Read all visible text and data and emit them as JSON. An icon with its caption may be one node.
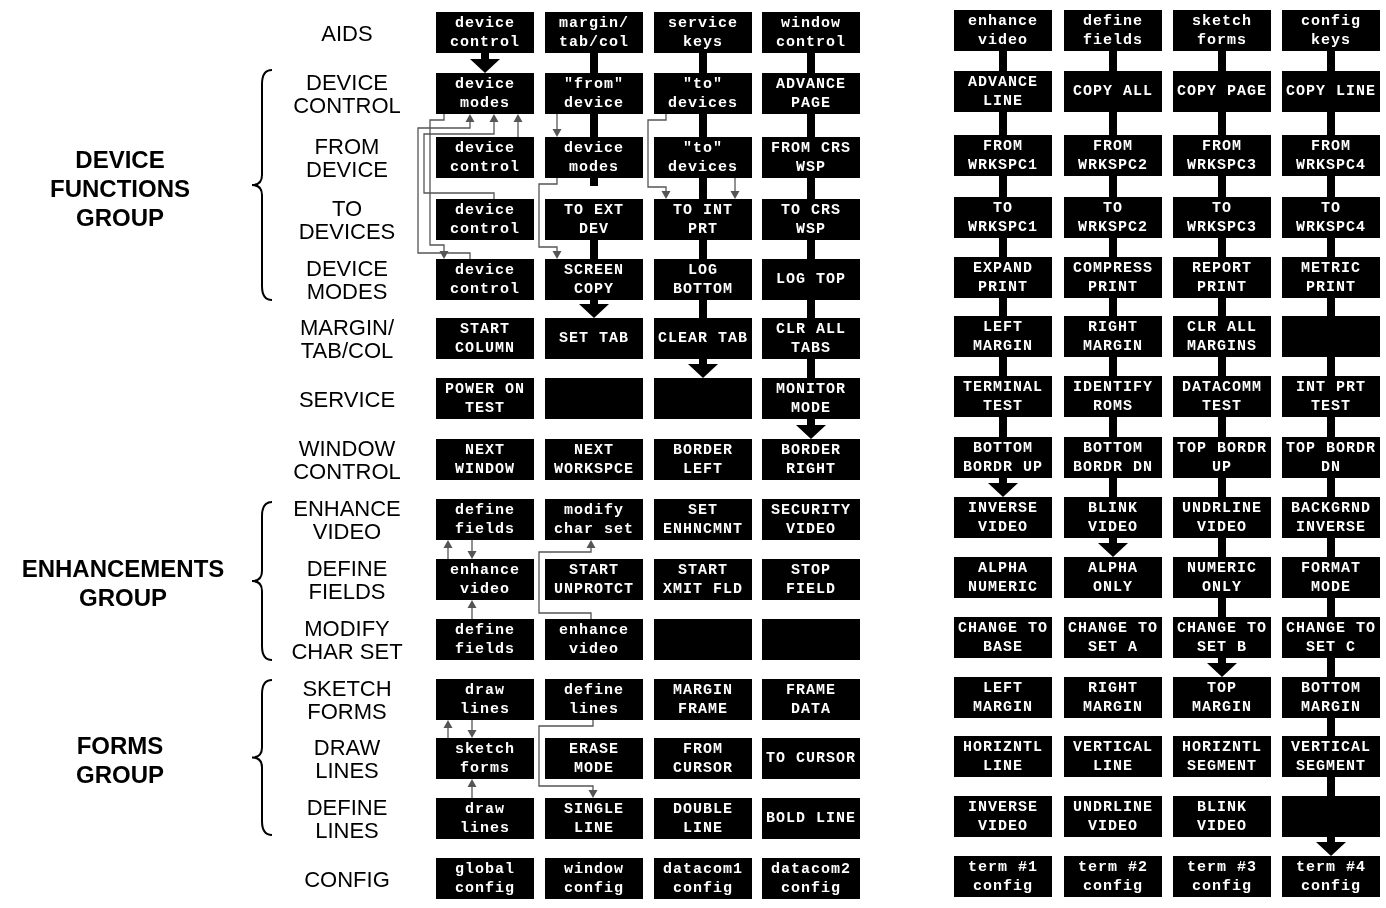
{
  "diagram": {
    "nodes": [
      {
        "text": [
          "device control"
        ]
      },
      {
        "text": [
          "margin/ tab/col"
        ]
      },
      {
        "text": [
          "service keys"
        ]
      },
      {
        "text": [
          "window control"
        ]
      },
      {
        "text": [
          "enhance video"
        ]
      },
      {
        "text": [
          "define fields"
        ]
      },
      {
        "text": [
          "sketch forms"
        ]
      },
      {
        "text": [
          "config keys"
        ]
      },
      {
        "text": [
          "device modes"
        ]
      },
      {
        "text": [
          "\"from\" device"
        ]
      },
      {
        "text": [
          "\"to\" devices"
        ]
      },
      {
        "text": [
          "ADVANCE PAGE"
        ]
      },
      {
        "text": [
          "ADVANCE LINE"
        ]
      },
      {
        "text": [
          "COPY ALL"
        ]
      },
      {
        "text": [
          "COPY PAGE"
        ]
      },
      {
        "text": [
          "COPY LINE"
        ]
      },
      {
        "text": [
          "device control"
        ]
      },
      {
        "text": [
          "device modes"
        ]
      },
      {
        "text": [
          "\"to\" devices"
        ]
      },
      {
        "text": [
          "FROM CRS WSP"
        ]
      },
      {
        "text": [
          "FROM WRKSPC1"
        ]
      },
      {
        "text": [
          "FROM WRKSPC2"
        ]
      },
      {
        "text": [
          "FROM WRKSPC3"
        ]
      },
      {
        "text": [
          "FROM WRKSPC4"
        ]
      },
      {
        "text": [
          "device control"
        ]
      },
      {
        "text": [
          "TO EXT DEV"
        ]
      },
      {
        "text": [
          "TO INT PRT"
        ]
      },
      {
        "text": [
          "TO CRS WSP"
        ]
      },
      {
        "text": [
          "TO WRKSPC1"
        ]
      },
      {
        "text": [
          "TO WRKSPC2"
        ]
      },
      {
        "text": [
          "TO WRKSPC3"
        ]
      },
      {
        "text": [
          "TO WRKSPC4"
        ]
      },
      {
        "text": [
          "device control"
        ]
      },
      {
        "text": [
          "SCREEN COPY"
        ]
      },
      {
        "text": [
          "LOG BOTTOM"
        ]
      },
      {
        "text": [
          "LOG TOP"
        ]
      },
      {
        "text": [
          "EXPAND PRINT"
        ]
      },
      {
        "text": [
          "COMPRESS PRINT"
        ]
      },
      {
        "text": [
          "REPORT PRINT"
        ]
      },
      {
        "text": [
          "METRIC PRINT"
        ]
      },
      {
        "text": [
          "START COLUMN"
        ]
      },
      {
        "text": [
          "SET TAB"
        ]
      },
      {
        "text": [
          "CLEAR TAB"
        ]
      },
      {
        "text": [
          "CLR ALL TABS"
        ]
      },
      {
        "text": [
          "LEFT MARGIN"
        ]
      },
      {
        "text": [
          "RIGHT MARGIN"
        ]
      },
      {
        "text": [
          "CLR ALL MARGINS"
        ]
      },
      {
        "text": [],
        "shape": "box"
      },
      {
        "text": [
          "POWER ON TEST"
        ]
      },
      {
        "text": [],
        "shape": "box"
      },
      {
        "text": [],
        "shape": "box"
      },
      {
        "text": [
          "MONITOR MODE"
        ]
      },
      {
        "text": [
          "TERMINAL TEST"
        ]
      },
      {
        "text": [
          "IDENTIFY ROMS"
        ]
      },
      {
        "text": [
          "DATACOMM TEST"
        ]
      },
      {
        "text": [
          "INT PRT TEST"
        ]
      },
      {
        "text": [
          "NEXT WINDOW"
        ]
      },
      {
        "text": [
          "NEXT WORKSPCE"
        ]
      },
      {
        "text": [
          "BORDER LEFT"
        ]
      },
      {
        "text": [
          "BORDER RIGHT"
        ]
      },
      {
        "text": [
          "BOTTOM BORDR UP"
        ]
      },
      {
        "text": [
          "BOTTOM BORDR DN"
        ]
      },
      {
        "text": [
          "TOP BORDR UP"
        ]
      },
      {
        "text": [
          "TOP BORDR DN"
        ]
      },
      {
        "text": [
          "define fields"
        ]
      },
      {
        "text": [
          "modify char set"
        ]
      },
      {
        "text": [
          "SET ENHNCMNT"
        ]
      },
      {
        "text": [
          "SECURITY VIDEO"
        ]
      },
      {
        "text": [
          "INVERSE VIDEO"
        ]
      },
      {
        "text": [
          "BLINK VIDEO"
        ]
      },
      {
        "text": [
          "UNDRLINE VIDEO"
        ]
      },
      {
        "text": [
          "BACKGRND INVERSE"
        ]
      },
      {
        "text": [
          "enhance video"
        ]
      },
      {
        "text": [
          "START UNPROTCT"
        ]
      },
      {
        "text": [
          "START XMIT FLD"
        ]
      },
      {
        "text": [
          "STOP FIELD"
        ]
      },
      {
        "text": [
          "ALPHA NUMERIC"
        ]
      },
      {
        "text": [
          "ALPHA ONLY"
        ]
      },
      {
        "text": [
          "NUMERIC ONLY"
        ]
      },
      {
        "text": [
          "FORMAT MODE"
        ]
      },
      {
        "text": [
          "define fields"
        ]
      },
      {
        "text": [
          "enhance video"
        ]
      },
      {
        "text": [],
        "shape": "box"
      },
      {
        "text": [],
        "shape": "box"
      },
      {
        "text": [
          "CHANGE TO BASE"
        ]
      },
      {
        "text": [
          "CHANGE TO SET A"
        ]
      },
      {
        "text": [
          "CHANGE TO SET B"
        ]
      },
      {
        "text": [
          "CHANGE TO SET C"
        ]
      },
      {
        "text": [
          "draw lines"
        ]
      },
      {
        "text": [
          "define lines"
        ]
      },
      {
        "text": [
          "MARGIN FRAME"
        ]
      },
      {
        "text": [
          "FRAME DATA"
        ]
      },
      {
        "text": [
          "LEFT MARGIN"
        ]
      },
      {
        "text": [
          "RIGHT MARGIN"
        ]
      },
      {
        "text": [
          "TOP MARGIN"
        ]
      },
      {
        "text": [
          "BOTTOM MARGIN"
        ]
      },
      {
        "text": [
          "sketch forms"
        ]
      },
      {
        "text": [
          "ERASE MODE"
        ]
      },
      {
        "text": [
          "FROM CURSOR"
        ]
      },
      {
        "text": [
          "TO CURSOR"
        ]
      },
      {
        "text": [
          "HORIZNTL LINE"
        ]
      },
      {
        "text": [
          "VERTICAL LINE"
        ]
      },
      {
        "text": [
          "HORIZNTL SEGMENT"
        ]
      },
      {
        "text": [
          "VERTICAL SEGMENT"
        ]
      },
      {
        "text": [
          "draw lines"
        ]
      },
      {
        "text": [
          "SINGLE LINE"
        ]
      },
      {
        "text": [
          "DOUBLE LINE"
        ]
      },
      {
        "text": [
          "BOLD LINE"
        ]
      },
      {
        "text": [
          "INVERSE VIDEO"
        ]
      },
      {
        "text": [
          "UNDRLINE VIDEO"
        ]
      },
      {
        "text": [
          "BLINK VIDEO"
        ]
      },
      {
        "text": [],
        "shape": "box"
      },
      {
        "text": [
          "global config"
        ]
      },
      {
        "text": [
          "window config"
        ]
      },
      {
        "text": [
          "datacom1 config"
        ]
      },
      {
        "text": [
          "datacom2 config"
        ]
      },
      {
        "text": [
          "term #1 config"
        ]
      },
      {
        "text": [
          "term #2 config"
        ]
      },
      {
        "text": [
          "term #3 config"
        ]
      },
      {
        "text": [
          "term #4 config"
        ]
      }
    ],
    "edges": [
      {
        "from": 0,
        "to": 8,
        "arrow": "to"
      },
      {
        "from": 1,
        "to": 9,
        "arrow": "none"
      },
      {
        "from": 9,
        "to": 17,
        "arrow": "none"
      },
      {
        "from": 17,
        "to": null,
        "arrow": "none"
      },
      {
        "from": 25,
        "to": 33,
        "arrow": "none"
      },
      {
        "from": 33,
        "to": 41,
        "arrow": "to"
      },
      {
        "from": 2,
        "to": 10,
        "arrow": "none"
      },
      {
        "from": 10,
        "to": 18,
        "arrow": "none"
      },
      {
        "from": 18,
        "to": 26,
        "arrow": "none"
      },
      {
        "from": 26,
        "to": 34,
        "arrow": "none"
      },
      {
        "from": 34,
        "to": 42,
        "arrow": "none"
      },
      {
        "from": 42,
        "to": 50,
        "arrow": "to"
      },
      {
        "from": 3,
        "to": 11,
        "arrow": "none"
      },
      {
        "from": 11,
        "to": 19,
        "arrow": "none"
      },
      {
        "from": 19,
        "to": 27,
        "arrow": "none"
      },
      {
        "from": 27,
        "to": 35,
        "arrow": "none"
      },
      {
        "from": 35,
        "to": 43,
        "arrow": "none"
      },
      {
        "from": 43,
        "to": 51,
        "arrow": "none"
      },
      {
        "from": 51,
        "to": 59,
        "arrow": "to"
      },
      {
        "from": 4,
        "to": 12,
        "arrow": "none"
      },
      {
        "from": 12,
        "to": 20,
        "arrow": "none"
      },
      {
        "from": 20,
        "to": 28,
        "arrow": "none"
      },
      {
        "from": 28,
        "to": 36,
        "arrow": "none"
      },
      {
        "from": 36,
        "to": 44,
        "arrow": "none"
      },
      {
        "from": 44,
        "to": 52,
        "arrow": "none"
      },
      {
        "from": 52,
        "to": 60,
        "arrow": "none"
      },
      {
        "from": 60,
        "to": 68,
        "arrow": "to"
      },
      {
        "from": 5,
        "to": 13,
        "arrow": "none"
      },
      {
        "from": 13,
        "to": 21,
        "arrow": "none"
      },
      {
        "from": 21,
        "to": 29,
        "arrow": "none"
      },
      {
        "from": 29,
        "to": 37,
        "arrow": "none"
      },
      {
        "from": 37,
        "to": 45,
        "arrow": "none"
      },
      {
        "from": 45,
        "to": 53,
        "arrow": "none"
      },
      {
        "from": 53,
        "to": 61,
        "arrow": "none"
      },
      {
        "from": 61,
        "to": 69,
        "arrow": "none"
      },
      {
        "from": 69,
        "to": 77,
        "arrow": "to"
      },
      {
        "from": 6,
        "to": 14,
        "arrow": "none"
      },
      {
        "from": 14,
        "to": 22,
        "arrow": "none"
      },
      {
        "from": 22,
        "to": 30,
        "arrow": "none"
      },
      {
        "from": 30,
        "to": 38,
        "arrow": "none"
      },
      {
        "from": 38,
        "to": 46,
        "arrow": "none"
      },
      {
        "from": 46,
        "to": 54,
        "arrow": "none"
      },
      {
        "from": 54,
        "to": 62,
        "arrow": "none"
      },
      {
        "from": 62,
        "to": 70,
        "arrow": "none"
      },
      {
        "from": 70,
        "to": 78,
        "arrow": "none"
      },
      {
        "from": 78,
        "to": 86,
        "arrow": "none"
      },
      {
        "from": 86,
        "to": 94,
        "arrow": "to"
      },
      {
        "from": 7,
        "to": 15,
        "arrow": "none"
      },
      {
        "from": 15,
        "to": 23,
        "arrow": "none"
      },
      {
        "from": 23,
        "to": 31,
        "arrow": "none"
      },
      {
        "from": 31,
        "to": 39,
        "arrow": "none"
      },
      {
        "from": 39,
        "to": 47,
        "arrow": "none"
      },
      {
        "from": 47,
        "to": 55,
        "arrow": "none"
      },
      {
        "from": 55,
        "to": 63,
        "arrow": "none"
      },
      {
        "from": 63,
        "to": 71,
        "arrow": "none"
      },
      {
        "from": 71,
        "to": 79,
        "arrow": "none"
      },
      {
        "from": 79,
        "to": 87,
        "arrow": "none"
      },
      {
        "from": 87,
        "to": 95,
        "arrow": "none"
      },
      {
        "from": 95,
        "to": 103,
        "arrow": "none"
      },
      {
        "from": 103,
        "to": 111,
        "arrow": "none"
      },
      {
        "from": 111,
        "to": 119,
        "arrow": "to"
      },
      {
        "from": 8,
        "to": 32,
        "arrow": "to",
        "color": "#555555"
      },
      {
        "from": 32,
        "to": 8,
        "arrow": "to",
        "color": "#555555"
      },
      {
        "from": 24,
        "to": 8,
        "arrow": "to",
        "color": "#555555"
      },
      {
        "from": 16,
        "to": 8,
        "arrow": "to",
        "color": "#555555"
      },
      {
        "from": 9,
        "to": 17,
        "arrow": "to",
        "color": "#555555"
      },
      {
        "from": 17,
        "to": 33,
        "arrow": "to",
        "color": "#555555"
      },
      {
        "from": 10,
        "to": 26,
        "arrow": "to",
        "color": "#555555"
      },
      {
        "from": 18,
        "to": 26,
        "arrow": "to",
        "color": "#555555"
      },
      {
        "from": 72,
        "to": 64,
        "arrow": "to",
        "color": "#555555"
      },
      {
        "from": 64,
        "to": 72,
        "arrow": "to",
        "color": "#555555"
      },
      {
        "from": 80,
        "to": 72,
        "arrow": "to",
        "color": "#555555"
      },
      {
        "from": 81,
        "to": 65,
        "arrow": "to",
        "color": "#555555"
      },
      {
        "from": 96,
        "to": 88,
        "arrow": "to",
        "color": "#555555"
      },
      {
        "from": 88,
        "to": 96,
        "arrow": "to",
        "color": "#555555"
      },
      {
        "from": 104,
        "to": 96,
        "arrow": "to",
        "color": "#555555"
      },
      {
        "from": 89,
        "to": 105,
        "arrow": "to",
        "color": "#555555"
      }
    ],
    "labels": [
      "AIDS",
      "DEVICE FUNCTIONS GROUP",
      "DEVICE CONTROL",
      "FROM DEVICE",
      "TO DEVICES",
      "DEVICE MODES",
      "MARGIN/ TAB/COL",
      "SERVICE",
      "WINDOW CONTROL",
      "ENHANCEMENTS GROUP",
      "ENHANCE VIDEO",
      "DEFINE FIELDS",
      "MODIFY CHAR SET",
      "FORMS GROUP",
      "SKETCH FORMS",
      "DRAW LINES",
      "DEFINE LINES",
      "CONFIG"
    ]
  }
}
